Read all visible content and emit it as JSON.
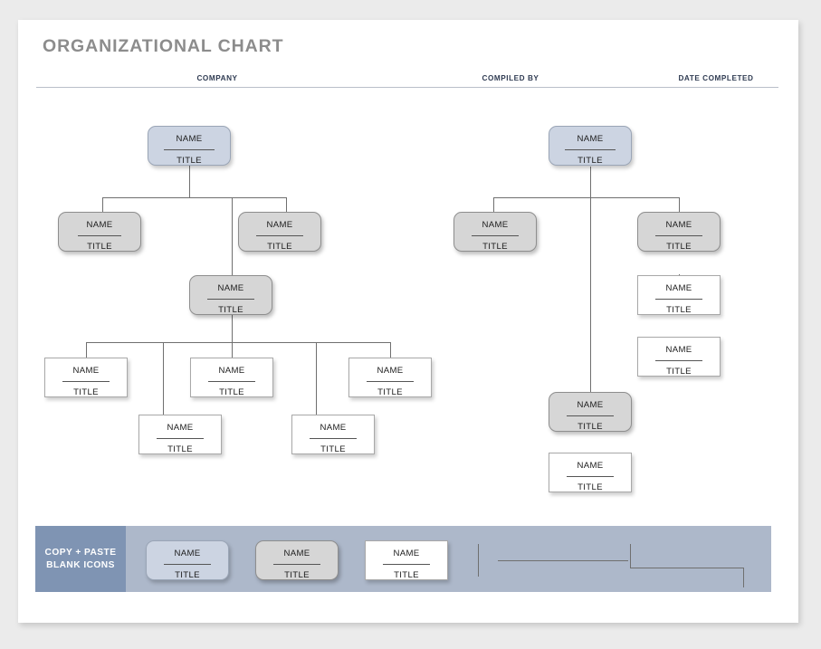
{
  "page": {
    "title": "ORGANIZATIONAL CHART",
    "headers": {
      "company": "COMPANY",
      "compiled_by": "COMPILED BY",
      "date_completed": "DATE COMPLETED"
    }
  },
  "labels": {
    "name": "NAME",
    "title": "TITLE"
  },
  "colors": {
    "page_background": "#ebebeb",
    "card_background": "#ffffff",
    "title_text": "#8c8c8c",
    "header_text": "#2f3b52",
    "node_blue": "#ccd4e2",
    "node_gray": "#d6d6d6",
    "node_white": "#ffffff",
    "connector": "#6f6f6f",
    "legend_strip": "#adb8ca",
    "legend_tag": "#7f94b3",
    "legend_tag_text": "#ffffff"
  },
  "chart_data": {
    "type": "diagram",
    "title": "ORGANIZATIONAL CHART",
    "subtype": "organizational-chart",
    "node_count": 17,
    "tree_count": 2,
    "nodes": [
      {
        "id": "L1",
        "tree": "left",
        "level": 1,
        "style": "blue",
        "name": "NAME",
        "title": "TITLE"
      },
      {
        "id": "L2a",
        "tree": "left",
        "level": 2,
        "style": "gray",
        "name": "NAME",
        "title": "TITLE",
        "parent": "L1"
      },
      {
        "id": "L2b",
        "tree": "left",
        "level": 2,
        "style": "gray",
        "name": "NAME",
        "title": "TITLE",
        "parent": "L1"
      },
      {
        "id": "L2c",
        "tree": "left",
        "level": 3,
        "style": "gray",
        "name": "NAME",
        "title": "TITLE",
        "parent": "L1"
      },
      {
        "id": "L3a",
        "tree": "left",
        "level": 4,
        "style": "white",
        "name": "NAME",
        "title": "TITLE",
        "parent": "L2c"
      },
      {
        "id": "L3b",
        "tree": "left",
        "level": 4,
        "style": "white",
        "name": "NAME",
        "title": "TITLE",
        "parent": "L2c"
      },
      {
        "id": "L3c",
        "tree": "left",
        "level": 4,
        "style": "white",
        "name": "NAME",
        "title": "TITLE",
        "parent": "L2c"
      },
      {
        "id": "L4a",
        "tree": "left",
        "level": 5,
        "style": "white",
        "name": "NAME",
        "title": "TITLE",
        "parent": "L2c"
      },
      {
        "id": "L4b",
        "tree": "left",
        "level": 5,
        "style": "white",
        "name": "NAME",
        "title": "TITLE",
        "parent": "L2c"
      },
      {
        "id": "R1",
        "tree": "right",
        "level": 1,
        "style": "blue",
        "name": "NAME",
        "title": "TITLE"
      },
      {
        "id": "R2a",
        "tree": "right",
        "level": 2,
        "style": "gray",
        "name": "NAME",
        "title": "TITLE",
        "parent": "R1"
      },
      {
        "id": "R2b",
        "tree": "right",
        "level": 2,
        "style": "gray",
        "name": "NAME",
        "title": "TITLE",
        "parent": "R1"
      },
      {
        "id": "R3a",
        "tree": "right",
        "level": 3,
        "style": "white",
        "name": "NAME",
        "title": "TITLE",
        "parent": "R2b"
      },
      {
        "id": "R3b",
        "tree": "right",
        "level": 4,
        "style": "white",
        "name": "NAME",
        "title": "TITLE",
        "parent": "R3a"
      },
      {
        "id": "R4",
        "tree": "right",
        "level": 5,
        "style": "gray",
        "name": "NAME",
        "title": "TITLE",
        "parent": "R1"
      },
      {
        "id": "R5",
        "tree": "right",
        "level": 6,
        "style": "white",
        "name": "NAME",
        "title": "TITLE",
        "parent": "R4"
      }
    ]
  },
  "legend": {
    "tag_line1": "COPY + PASTE",
    "tag_line2": "BLANK ICONS",
    "samples": [
      {
        "style": "blue",
        "name": "NAME",
        "title": "TITLE"
      },
      {
        "style": "gray",
        "name": "NAME",
        "title": "TITLE"
      },
      {
        "style": "white",
        "name": "NAME",
        "title": "TITLE"
      }
    ],
    "connector_samples": [
      {
        "kind": "vertical-line"
      },
      {
        "kind": "horizontal-line"
      },
      {
        "kind": "elbow-connector"
      }
    ]
  }
}
